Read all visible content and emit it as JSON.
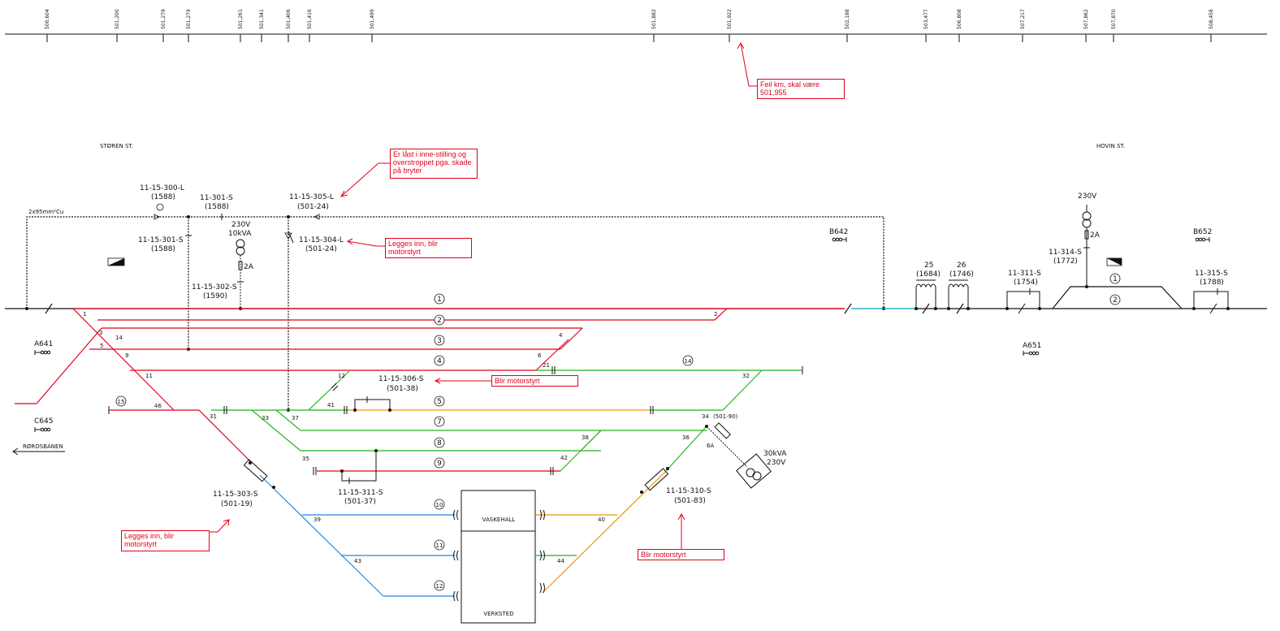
{
  "km_markers": [
    "500,604",
    "501,200",
    "501,279",
    "501,279",
    "501,261",
    "501,341",
    "501,406",
    "501,416",
    "501,499",
    "501,882",
    "501,922",
    "502,188",
    "503,477",
    "506,808",
    "507,217",
    "507,862",
    "507,870",
    "508,458"
  ],
  "stations": {
    "left": "STØREN ST.",
    "right": "HOVIN ST."
  },
  "cable": "2x95mm²Cu",
  "switches": {
    "s300": {
      "id": "11-15-300-L",
      "sub": "(1588)"
    },
    "s301": {
      "id": "11-301-S",
      "sub": "(1588)"
    },
    "s301b": {
      "id": "11-15-301-S",
      "sub": "(1588)"
    },
    "s302": {
      "id": "11-15-302-S",
      "sub": "(1590)"
    },
    "s303": {
      "id": "11-15-303-S",
      "sub": "(501-19)"
    },
    "s304": {
      "id": "11-15-304-L",
      "sub": "(501-24)"
    },
    "s305": {
      "id": "11-15-305-L",
      "sub": "(501-24)"
    },
    "s306": {
      "id": "11-15-306-S",
      "sub": "(501-38)"
    },
    "s310": {
      "id": "11-15-310-S",
      "sub": "(501-83)"
    },
    "s311": {
      "id": "11-15-311-S",
      "sub": "(501-37)"
    },
    "s311b": {
      "id": "11-311-S",
      "sub": "(1754)"
    },
    "s314": {
      "id": "11-314-S",
      "sub": "(1772)"
    },
    "s315": {
      "id": "11-315-S",
      "sub": "(1788)"
    }
  },
  "transformers": {
    "left": {
      "voltage": "230V",
      "power": "10kVA",
      "fuse": "2A"
    },
    "right": {
      "voltage": "230V",
      "fuse": "2A"
    },
    "bottom": {
      "power": "30kVA",
      "voltage": "230V",
      "fuse": "6A",
      "ref": "(501-90)"
    }
  },
  "signals": [
    "A641",
    "C645",
    "B642",
    "A651",
    "B652"
  ],
  "direction_label": "RØROSBANEN",
  "sections": {
    "s25": "25",
    "s25sub": "(1684)",
    "s26": "26",
    "s26sub": "(1746)"
  },
  "tracks": [
    "1",
    "2",
    "3",
    "4",
    "5",
    "7",
    "8",
    "9",
    "10",
    "11",
    "12",
    "14",
    "15"
  ],
  "hovin_tracks": [
    "1",
    "2"
  ],
  "switch_numbers": [
    "1",
    "2",
    "3",
    "4",
    "5",
    "6",
    "9",
    "11",
    "12",
    "14",
    "21",
    "31",
    "32",
    "33",
    "34",
    "35",
    "36",
    "37",
    "38",
    "39",
    "40",
    "41",
    "42",
    "43",
    "44",
    "46"
  ],
  "buildings": {
    "wash": "VASKEHALL",
    "workshop": "VERKSTED"
  },
  "notes": {
    "km_error": "Feil km, skal være 501,955",
    "locked": "Er låst i inne-stilling og overstroppet pga. skade på bryter",
    "inn_304": "Legges inn, blir motorstyrt",
    "motor_306": "Blir motorstyrt",
    "inn_303": "Legges inn, blir motorstyrt",
    "motor_310": "Blir motorstyrt"
  },
  "colors": {
    "red": "#e2001a",
    "green": "#22b51d",
    "blue": "#1e88e5",
    "orange": "#f39200",
    "cyan": "#00a0b0",
    "black": "#111111"
  }
}
